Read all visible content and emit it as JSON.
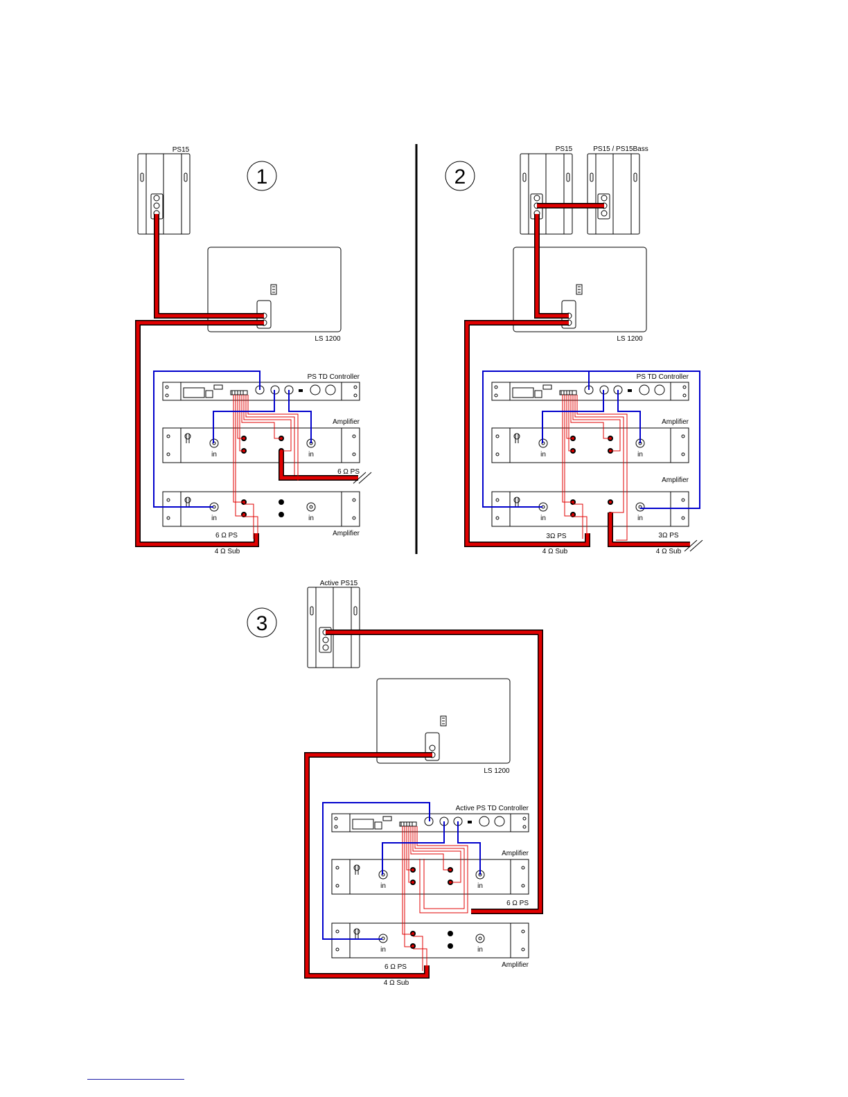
{
  "panel1": {
    "number": "1",
    "ps15_label": "PS15",
    "ls1200_label": "LS 1200",
    "controller_label": "PS TD Controller",
    "amp1_label": "Amplifier",
    "amp2_label": "Amplifier",
    "load_6ohm_amp1": "6 Ω PS",
    "load_6ohm_amp2": "6 Ω PS",
    "load_sub": "4 Ω Sub",
    "in": "in"
  },
  "panel2": {
    "number": "2",
    "ps15_label": "PS15",
    "ps15b_label": "PS15  /  PS15Bass",
    "ls1200_label": "LS 1200",
    "controller_label": "PS TD Controller",
    "amp1_label": "Amplifier",
    "amp2_label": "Amplifier",
    "load_3ohm_a": "3Ω PS",
    "load_3ohm_b": "3Ω PS",
    "load_sub_a": "4 Ω Sub",
    "load_sub_b": "4 Ω Sub",
    "in": "in"
  },
  "panel3": {
    "number": "3",
    "active_ps15_label": "Active  PS15",
    "ls1200_label": "LS 1200",
    "controller_label": "Active PS TD Controller",
    "amp1_label": "Amplifier",
    "amp2_label": "Amplifier",
    "load_6ohm_amp1": "6 Ω PS",
    "load_6ohm_amp2": "6 Ω PS",
    "load_sub": "4 Ω Sub",
    "in": "in"
  },
  "colors": {
    "speaker_cable": "#e10000",
    "signal_cable": "#0000cc"
  }
}
